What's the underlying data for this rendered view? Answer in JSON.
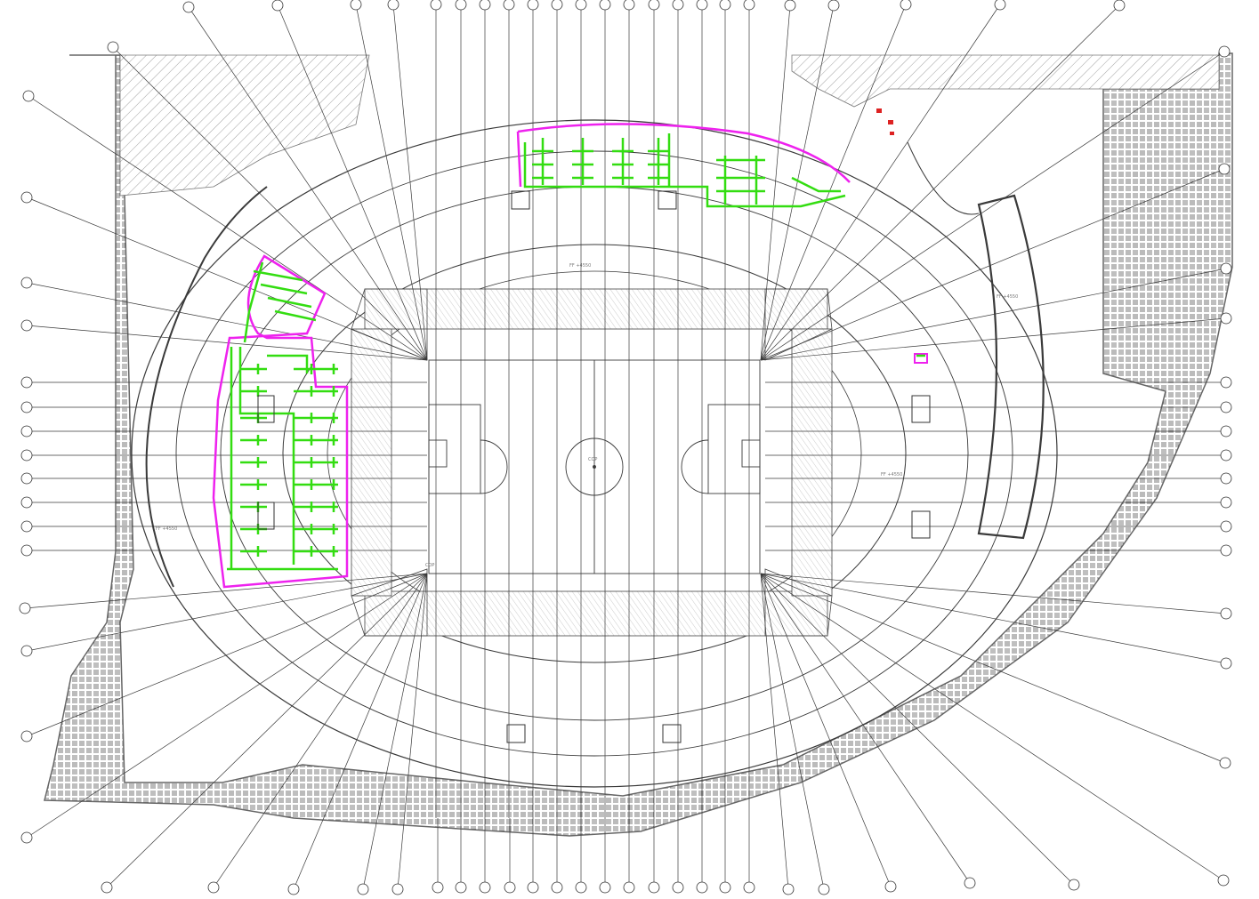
{
  "colors": {
    "background": "#ffffff",
    "line": "#3a3a3a",
    "light_line": "#8a8a8a",
    "hatch": "#555555",
    "pipe": "#33dd11",
    "zone_outline": "#ee22ee",
    "fixture_red": "#dd2222"
  },
  "icons": {
    "grid_bubble": "circle-bubble",
    "centre_spot": "small-circle"
  },
  "pitch": {
    "centre_label": "COP",
    "corner_label": "COP"
  },
  "grid_labels": {
    "top": [
      "",
      "",
      "",
      "",
      "",
      "",
      "",
      "",
      "",
      "",
      "",
      "",
      "",
      "",
      "",
      "",
      "",
      "",
      "",
      "",
      "",
      "",
      "",
      "",
      "",
      "",
      "",
      ""
    ],
    "bottom": [
      "",
      "",
      "",
      "",
      "",
      "",
      "",
      "",
      "",
      "",
      "",
      "",
      "",
      "",
      "",
      "",
      "",
      "",
      "",
      "",
      "",
      "",
      "",
      "",
      "",
      "",
      "",
      ""
    ],
    "left": [
      "",
      "",
      "",
      "",
      "",
      "",
      "",
      "",
      "",
      "",
      "",
      "",
      "",
      "",
      "",
      "",
      "",
      "",
      ""
    ],
    "right": [
      "",
      "",
      "",
      "",
      "",
      "",
      "",
      "",
      "",
      "",
      "",
      "",
      "",
      "",
      "",
      ""
    ]
  },
  "annotations": [
    "FF +4550",
    "FF +4550",
    "FF +4550",
    "FF +4550"
  ]
}
